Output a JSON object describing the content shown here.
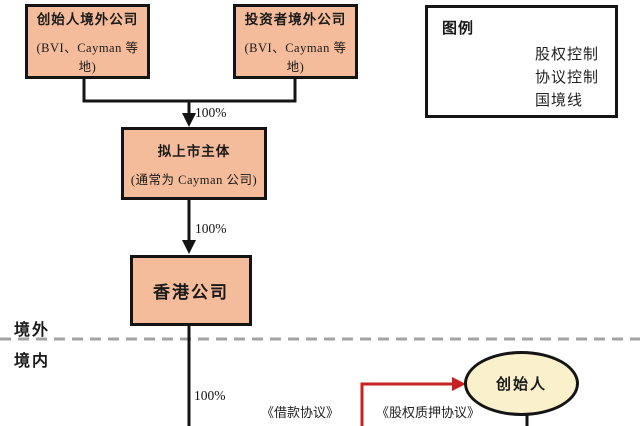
{
  "nodes": {
    "founder_offshore": {
      "title": "创始人境外公司",
      "subtitle": "(BVI、Cayman 等地)"
    },
    "investor_offshore": {
      "title": "投资者境外公司",
      "subtitle": "(BVI、Cayman 等地)"
    },
    "listing_entity": {
      "title": "拟上市主体",
      "subtitle": "(通常为 Cayman 公司)"
    },
    "hk_company": {
      "title": "香港公司"
    },
    "founder_person": {
      "title": "创始人"
    }
  },
  "edge_labels": {
    "founders_to_listing_pct": "100%",
    "listing_to_hk_pct": "100%",
    "hk_to_domestic_pct": "100%",
    "loan_agreement": "《借款协议》",
    "equity_pledge_agreement": "《股权质押协议》"
  },
  "border": {
    "outside_label": "境外",
    "inside_label": "境内"
  },
  "legend": {
    "title": "图例",
    "items": [
      {
        "label": "股权控制",
        "marker": "black-arrow"
      },
      {
        "label": "协议控制",
        "marker": "red-arrow"
      },
      {
        "label": "国境线",
        "marker": "gray-dashed-line"
      }
    ]
  },
  "colors": {
    "node_fill": "#f4bc9b",
    "person_fill": "#faf0cb",
    "equity": "#141414",
    "agreement": "#c82121",
    "border_line": "#a3a3a3"
  }
}
